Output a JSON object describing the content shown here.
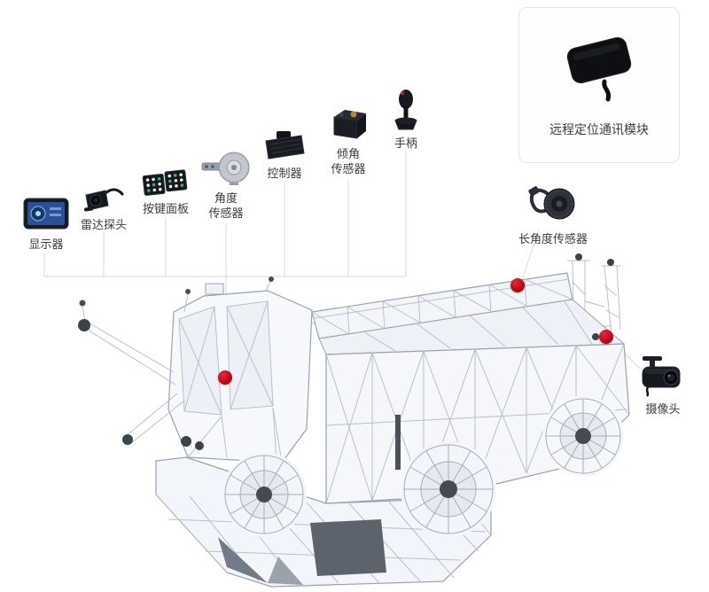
{
  "diagram": {
    "callouts": {
      "display": "显示器",
      "radar": "雷达探头",
      "keypad": "按键面板",
      "angle_sensor": "角度\n传感器",
      "controller": "控制器",
      "tilt_sensor": "倾角\n传感器",
      "joystick": "手柄",
      "remote_module": "远程定位通讯模块",
      "long_angle_sensor": "长角度传感器",
      "camera": "摄像头"
    },
    "markers": [
      "cab-marker",
      "boom-marker",
      "rear-marker"
    ],
    "icons": [
      "monitor-icon",
      "radar-probe-icon",
      "keypad-icon",
      "angle-sensor-icon",
      "controller-icon",
      "tilt-sensor-icon",
      "joystick-icon",
      "remote-module-icon",
      "long-angle-sensor-icon",
      "camera-icon"
    ],
    "colors": {
      "marker": "#c00018",
      "wireframe": "#b9c0cb",
      "connector": "#d8d8d8",
      "text": "#3b3b3b",
      "panel_border": "#e5e5e5"
    }
  }
}
